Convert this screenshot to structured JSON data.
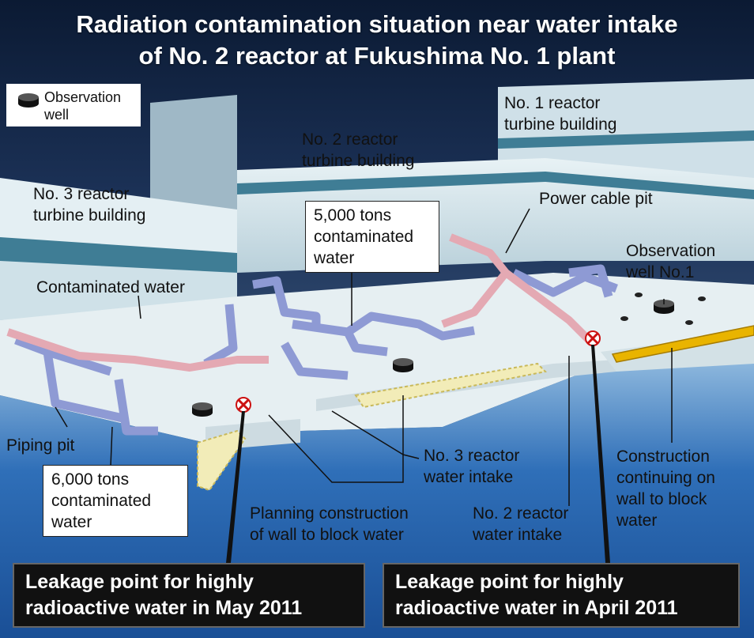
{
  "title": {
    "line1": "Radiation contamination situation near water intake",
    "line2": "of No. 2 reactor at Fukushima No. 1 plant"
  },
  "legend": {
    "icon": "observation-well-icon",
    "line1": "Observation",
    "line2": "well"
  },
  "labels": {
    "no1_turbine": [
      "No. 1 reactor",
      "turbine building"
    ],
    "no2_turbine": [
      "No. 2 reactor",
      "turbine building"
    ],
    "no3_turbine": [
      "No. 3 reactor",
      "turbine building"
    ],
    "power_cable_pit": "Power cable pit",
    "observation_well_no1": [
      "Observation",
      "well No.1"
    ],
    "contaminated_water": "Contaminated water",
    "piping_pit": "Piping pit",
    "no3_intake": [
      "No. 3 reactor",
      "water intake"
    ],
    "no2_intake": [
      "No. 2 reactor",
      "water intake"
    ],
    "planning_wall": [
      "Planning construction",
      "of wall to block water"
    ],
    "construction_continuing": [
      "Construction",
      "continuing on",
      "wall to block",
      "water"
    ]
  },
  "boxes": {
    "tons_5000": [
      "5,000 tons",
      "contaminated",
      "water"
    ],
    "tons_6000": [
      "6,000 tons",
      "contaminated",
      "water"
    ]
  },
  "leaks": {
    "may": [
      "Leakage point for highly",
      "radioactive water in May 2011"
    ],
    "april": [
      "Leakage point for highly",
      "radioactive water in April 2011"
    ]
  },
  "colors": {
    "sky": "#1b2f55",
    "building": "#d6e6ec",
    "building_stripe": "#3f7d95",
    "ground": "#e4eef1",
    "sea": "#2f6fb8",
    "pipe": "#8e9ad4",
    "cable": "#e4a9b3",
    "wall_planned": "#f2ecb8",
    "wall_existing": "#e9b400",
    "leak_mark": "#cc1111"
  }
}
